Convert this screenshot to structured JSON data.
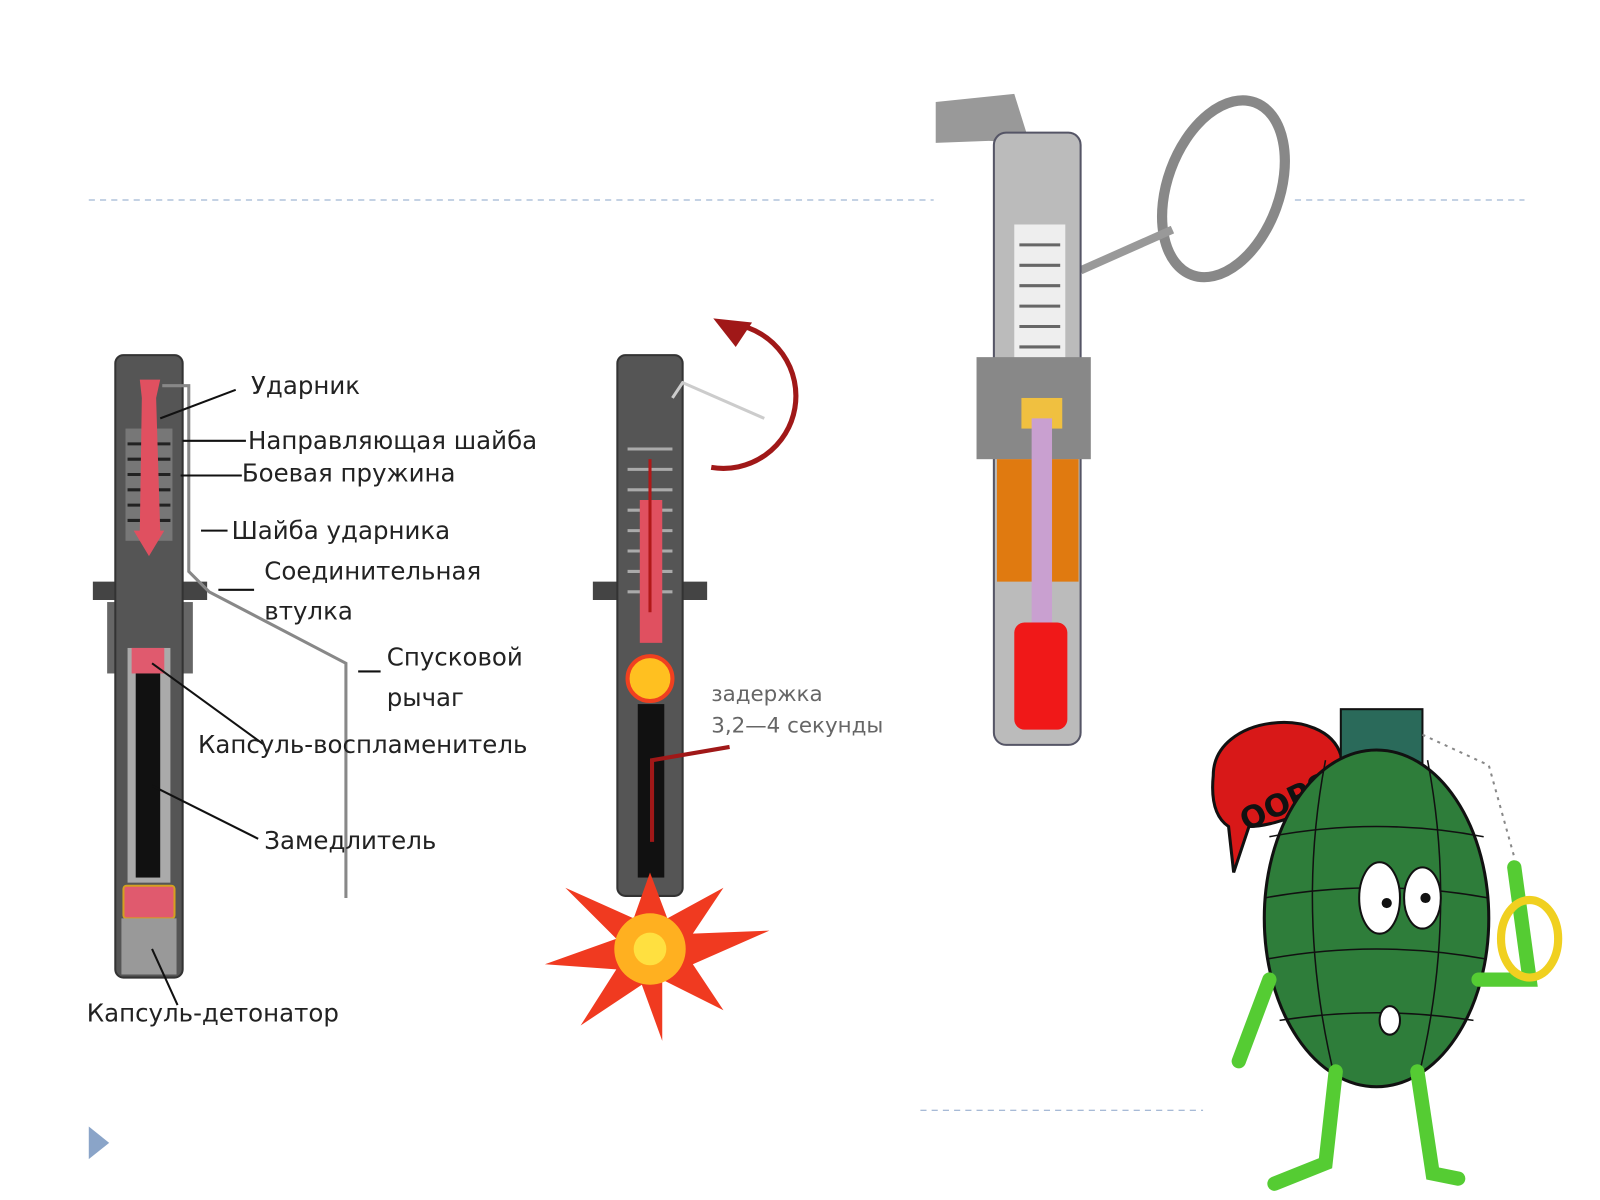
{
  "slide": {
    "labels": {
      "striker": "Ударник",
      "guide_washer": "Направляющая шайба",
      "mainspring": "Боевая пружина",
      "striker_washer": "Шайба ударника",
      "connecting_sleeve_1": "Соединительная",
      "connecting_sleeve_2": "втулка",
      "trigger_lever_1": "Спусковой",
      "trigger_lever_2": "рычаг",
      "primer_igniter": "Капсуль-воспламенитель",
      "retarder": "Замедлитель",
      "detonator": "Капсуль-детонатор",
      "delay_1": "задержка",
      "delay_2": "3,2—4 секунды"
    },
    "cartoon": {
      "speech": "OOPS!"
    },
    "colors": {
      "accent": "#8aa4c8",
      "red": "#e05060",
      "dark": "#555555",
      "grenade": "#2e7d3a"
    }
  }
}
